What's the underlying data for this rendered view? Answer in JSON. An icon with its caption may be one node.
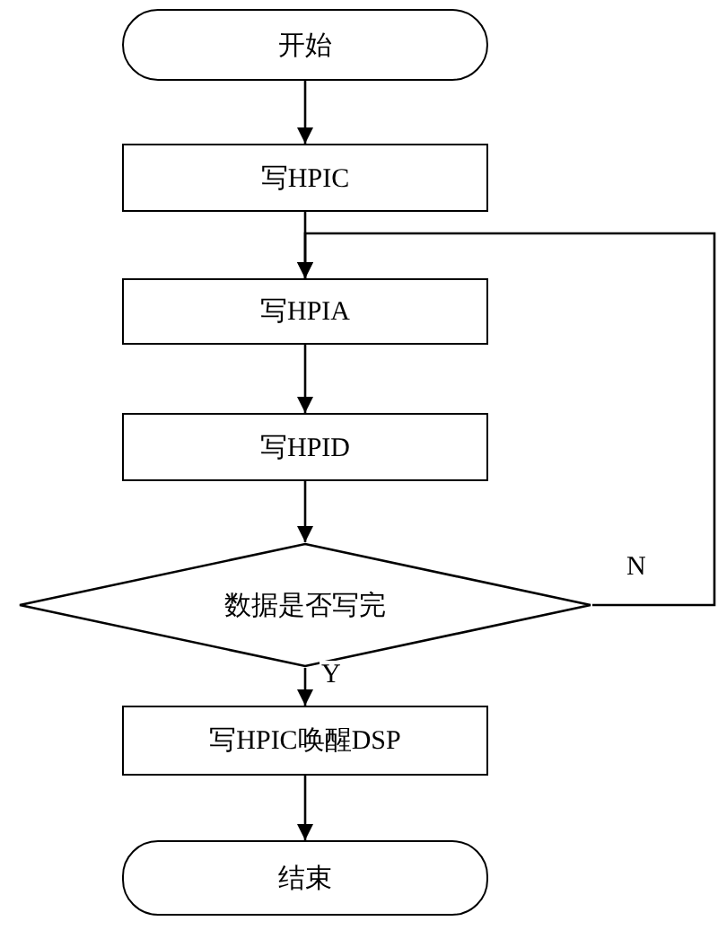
{
  "diagram": {
    "nodes": [
      {
        "text": [
          "开始"
        ]
      },
      {
        "text": [
          "写HPIC"
        ]
      },
      {
        "text": [
          "写HPIA"
        ]
      },
      {
        "text": [
          "写HPID"
        ]
      },
      {
        "text": [
          "数据是否写完"
        ]
      },
      {
        "text": [
          "写HPIC唤醒DSP"
        ]
      },
      {
        "text": [
          "结束"
        ]
      }
    ],
    "edges": [
      {
        "from": 0,
        "to": 1,
        "arrow": "to"
      },
      {
        "from": 1,
        "to": 2,
        "arrow": "to"
      },
      {
        "from": 2,
        "to": 3,
        "arrow": "to"
      },
      {
        "from": 3,
        "to": 4,
        "arrow": "to"
      },
      {
        "from": 4,
        "to": 2,
        "arrow": "to",
        "label": "N"
      },
      {
        "from": 4,
        "to": 5,
        "arrow": "to",
        "label": "Y"
      },
      {
        "from": 5,
        "to": 6,
        "arrow": "to"
      }
    ]
  }
}
